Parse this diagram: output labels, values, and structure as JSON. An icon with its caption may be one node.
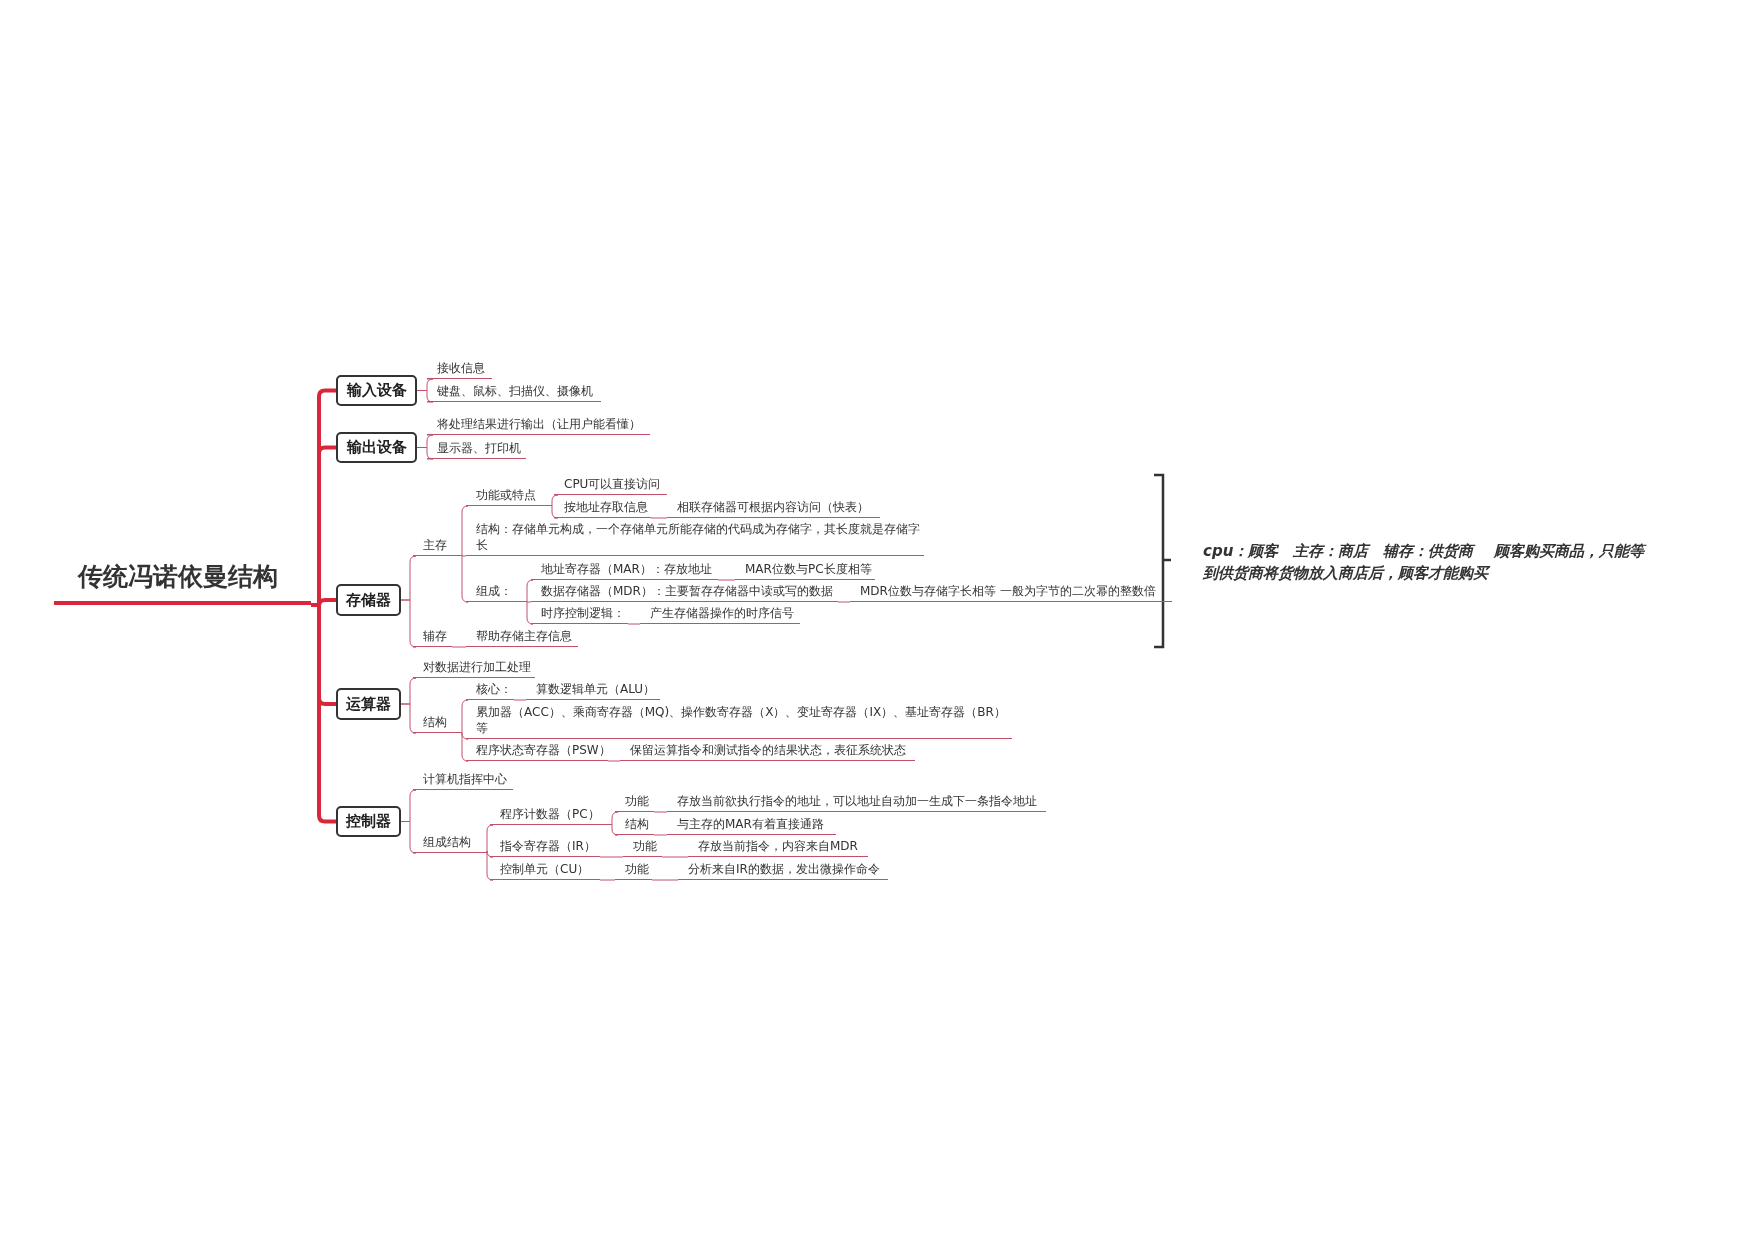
{
  "diagram": {
    "nodes": [
      {
        "text": [
          "传统冯诺依曼结构"
        ]
      },
      {
        "text": [
          "输入设备"
        ]
      },
      {
        "text": [
          "接收信息"
        ]
      },
      {
        "text": [
          "键盘、鼠标、扫描仪、摄像机"
        ]
      },
      {
        "text": [
          "输出设备"
        ]
      },
      {
        "text": [
          "将处理结果进行输出（让用户能看懂）"
        ]
      },
      {
        "text": [
          "显示器、打印机"
        ]
      },
      {
        "text": [
          "存储器"
        ]
      },
      {
        "text": [
          "主存"
        ]
      },
      {
        "text": [
          "功能或特点"
        ]
      },
      {
        "text": [
          "CPU可以直接访问"
        ]
      },
      {
        "text": [
          "按地址存取信息"
        ]
      },
      {
        "text": [
          "相联存储器可根据内容访问（快表）"
        ]
      },
      {
        "text": [
          "结构：存储单元构成，一个存储单元所能存储的代码成为存储字，其长度就是存储字长"
        ]
      },
      {
        "text": [
          "组成："
        ]
      },
      {
        "text": [
          "地址寄存器（MAR）：存放地址"
        ]
      },
      {
        "text": [
          "MAR位数与PC长度相等"
        ]
      },
      {
        "text": [
          "数据存储器（MDR）：主要暂存存储器中读或写的数据"
        ]
      },
      {
        "text": [
          "MDR位数与存储字长相等 一般为字节的二次幂的整数倍"
        ]
      },
      {
        "text": [
          "时序控制逻辑："
        ]
      },
      {
        "text": [
          "产生存储器操作的时序信号"
        ]
      },
      {
        "text": [
          "辅存"
        ]
      },
      {
        "text": [
          "帮助存储主存信息"
        ]
      },
      {
        "text": [
          "运算器"
        ]
      },
      {
        "text": [
          "对数据进行加工处理"
        ]
      },
      {
        "text": [
          "结构"
        ]
      },
      {
        "text": [
          "核心："
        ]
      },
      {
        "text": [
          "算数逻辑单元（ALU）"
        ]
      },
      {
        "text": [
          "累加器（ACC）、乘商寄存器（MQ)、操作数寄存器（X）、变址寄存器（IX）、基址寄存器（BR）等"
        ]
      },
      {
        "text": [
          "程序状态寄存器（PSW）"
        ]
      },
      {
        "text": [
          "保留运算指令和测试指令的结果状态，表征系统状态"
        ]
      },
      {
        "text": [
          "控制器"
        ]
      },
      {
        "text": [
          "计算机指挥中心"
        ]
      },
      {
        "text": [
          "组成结构"
        ]
      },
      {
        "text": [
          "程序计数器（PC）"
        ]
      },
      {
        "text": [
          "功能"
        ]
      },
      {
        "text": [
          "存放当前欲执行指令的地址，可以地址自动加一生成下一条指令地址"
        ]
      },
      {
        "text": [
          "结构"
        ]
      },
      {
        "text": [
          "与主存的MAR有着直接通路"
        ]
      },
      {
        "text": [
          "指令寄存器（IR）"
        ]
      },
      {
        "text": [
          "功能"
        ]
      },
      {
        "text": [
          "存放当前指令，内容来自MDR"
        ]
      },
      {
        "text": [
          "控制单元（CU）"
        ]
      },
      {
        "text": [
          "功能"
        ]
      },
      {
        "text": [
          "分析来自IR的数据，发出微操作命令"
        ]
      }
    ],
    "edges": [
      {
        "from": 0,
        "to": 1,
        "arrow": "none",
        "style": "thick",
        "color": "#d9263b"
      },
      {
        "from": 0,
        "to": 4,
        "arrow": "none",
        "style": "thick",
        "color": "#d9263b"
      },
      {
        "from": 0,
        "to": 7,
        "arrow": "none",
        "style": "thick",
        "color": "#d9263b"
      },
      {
        "from": 0,
        "to": 23,
        "arrow": "none",
        "style": "thick",
        "color": "#d9263b"
      },
      {
        "from": 0,
        "to": 31,
        "arrow": "none",
        "style": "thick",
        "color": "#d9263b"
      },
      {
        "from": 1,
        "to": 2,
        "arrow": "none"
      },
      {
        "from": 1,
        "to": 3,
        "arrow": "none"
      },
      {
        "from": 4,
        "to": 5,
        "arrow": "none"
      },
      {
        "from": 4,
        "to": 6,
        "arrow": "none"
      },
      {
        "from": 7,
        "to": 8,
        "arrow": "none"
      },
      {
        "from": 7,
        "to": 21,
        "arrow": "none"
      },
      {
        "from": 8,
        "to": 9,
        "arrow": "none"
      },
      {
        "from": 8,
        "to": 13,
        "arrow": "none"
      },
      {
        "from": 8,
        "to": 14,
        "arrow": "none"
      },
      {
        "from": 9,
        "to": 10,
        "arrow": "none"
      },
      {
        "from": 9,
        "to": 11,
        "arrow": "none"
      },
      {
        "from": 11,
        "to": 12,
        "arrow": "none"
      },
      {
        "from": 14,
        "to": 15,
        "arrow": "none"
      },
      {
        "from": 14,
        "to": 17,
        "arrow": "none"
      },
      {
        "from": 14,
        "to": 19,
        "arrow": "none"
      },
      {
        "from": 15,
        "to": 16,
        "arrow": "none"
      },
      {
        "from": 17,
        "to": 18,
        "arrow": "none"
      },
      {
        "from": 19,
        "to": 20,
        "arrow": "none"
      },
      {
        "from": 21,
        "to": 22,
        "arrow": "none"
      },
      {
        "from": 23,
        "to": 24,
        "arrow": "none"
      },
      {
        "from": 23,
        "to": 25,
        "arrow": "none"
      },
      {
        "from": 25,
        "to": 26,
        "arrow": "none"
      },
      {
        "from": 25,
        "to": 28,
        "arrow": "none"
      },
      {
        "from": 25,
        "to": 29,
        "arrow": "none"
      },
      {
        "from": 26,
        "to": 27,
        "arrow": "none"
      },
      {
        "from": 29,
        "to": 30,
        "arrow": "none"
      },
      {
        "from": 31,
        "to": 32,
        "arrow": "none"
      },
      {
        "from": 31,
        "to": 33,
        "arrow": "none"
      },
      {
        "from": 33,
        "to": 34,
        "arrow": "none"
      },
      {
        "from": 33,
        "to": 39,
        "arrow": "none"
      },
      {
        "from": 33,
        "to": 42,
        "arrow": "none"
      },
      {
        "from": 34,
        "to": 35,
        "arrow": "none"
      },
      {
        "from": 34,
        "to": 37,
        "arrow": "none"
      },
      {
        "from": 35,
        "to": 36,
        "arrow": "none"
      },
      {
        "from": 37,
        "to": 38,
        "arrow": "none"
      },
      {
        "from": 39,
        "to": 40,
        "arrow": "none"
      },
      {
        "from": 40,
        "to": 41,
        "arrow": "none"
      },
      {
        "from": 42,
        "to": 43,
        "arrow": "none"
      },
      {
        "from": 43,
        "to": 44,
        "arrow": "none"
      }
    ],
    "labels": [
      "cpu：顾客　主存：商店　辅存：供货商　 顾客购买商品，只能等到供货商将货物放入商店后，顾客才能购买"
    ]
  }
}
